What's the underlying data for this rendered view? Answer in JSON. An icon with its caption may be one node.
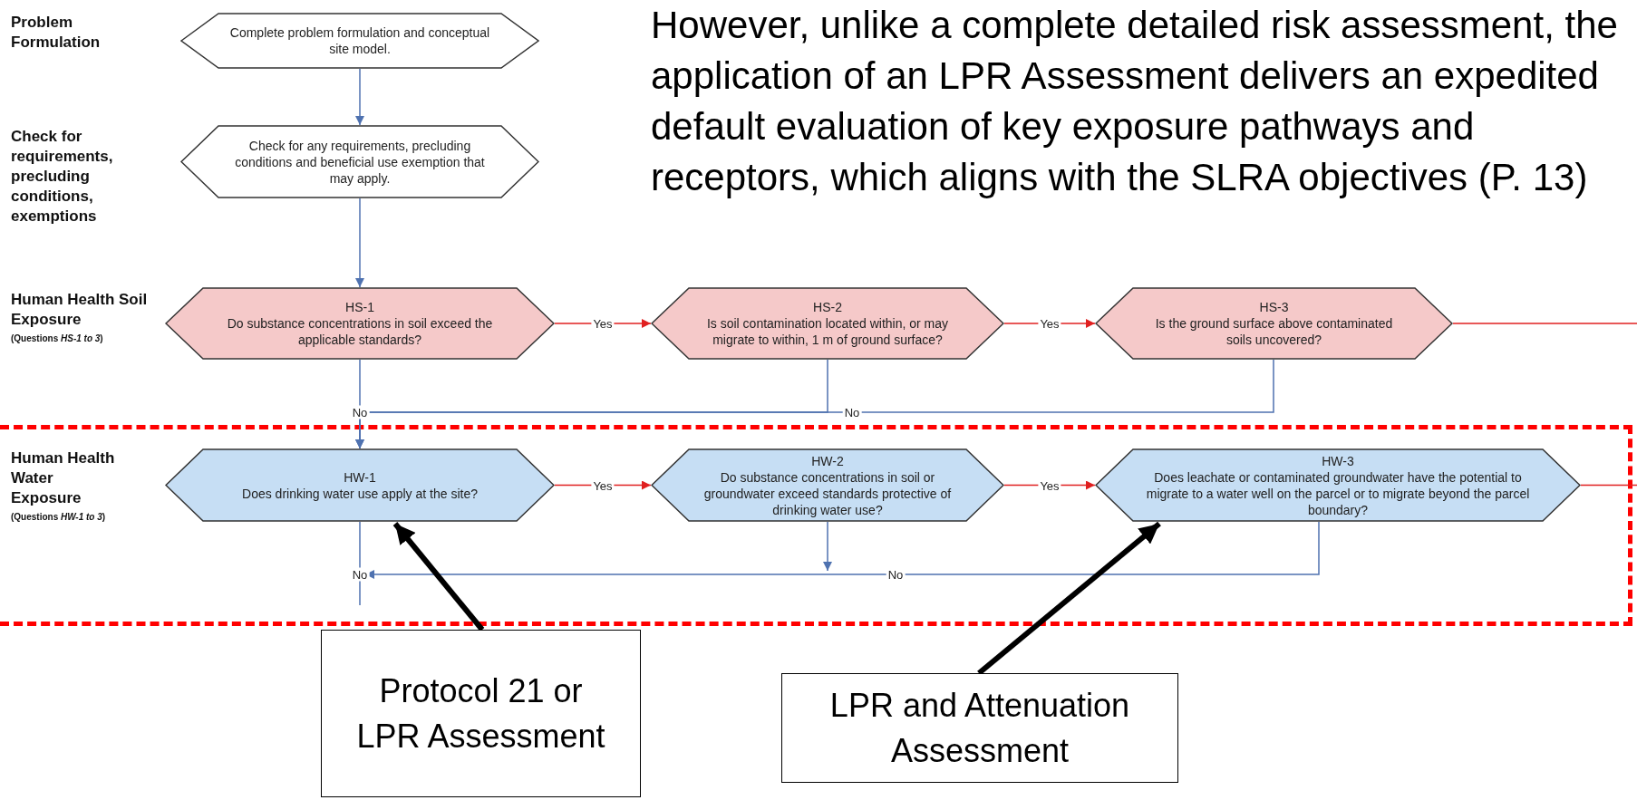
{
  "diagram": {
    "nodes": [
      {
        "text": [
          "Complete problem formulation and conceptual site model."
        ]
      },
      {
        "text": [
          "Check for any requirements, precluding conditions and beneficial use exemption that may apply."
        ]
      },
      {
        "text": [
          "HS-1",
          "Do substance concentrations in soil exceed the applicable standards?"
        ]
      },
      {
        "text": [
          "HS-2",
          "Is soil contamination located within, or may migrate to within, 1 m of ground surface?"
        ]
      },
      {
        "text": [
          "HS-3",
          "Is the ground surface above contaminated soils uncovered?"
        ]
      },
      {
        "text": [
          "HW-1",
          "Does drinking water use apply at the site?"
        ]
      },
      {
        "text": [
          "HW-2",
          "Do substance concentrations in soil or groundwater exceed standards protective of drinking water use?"
        ]
      },
      {
        "text": [
          "HW-3",
          "Does leachate or contaminated groundwater have the potential to migrate to a water well on the parcel or to migrate beyond the parcel boundary?"
        ]
      },
      {
        "text": [
          "Protocol 21 or LPR Assessment"
        ]
      },
      {
        "text": [
          "LPR and Attenuation Assessment"
        ]
      }
    ],
    "edges": [
      {
        "from": 0,
        "to": 1,
        "arrow": "to"
      },
      {
        "from": 1,
        "to": 2,
        "arrow": "to"
      },
      {
        "from": 2,
        "to": 3,
        "arrow": "to",
        "label": "Yes",
        "color": "#e02020"
      },
      {
        "from": 3,
        "to": 4,
        "arrow": "to",
        "label": "Yes",
        "color": "#e02020"
      },
      {
        "from": 4,
        "to": null,
        "arrow": "none",
        "color": "#e02020"
      },
      {
        "from": 2,
        "to": 5,
        "arrow": "to",
        "label": "No"
      },
      {
        "from": 3,
        "to": 5,
        "arrow": "to"
      },
      {
        "from": 4,
        "to": 5,
        "arrow": "to",
        "label": "No"
      },
      {
        "from": 5,
        "to": 6,
        "arrow": "to",
        "label": "Yes",
        "color": "#e02020"
      },
      {
        "from": 6,
        "to": 7,
        "arrow": "to",
        "label": "Yes",
        "color": "#e02020"
      },
      {
        "from": 7,
        "to": null,
        "arrow": "none",
        "color": "#e02020"
      },
      {
        "from": 5,
        "to": null,
        "arrow": "none",
        "label": "No"
      },
      {
        "from": 6,
        "to": null,
        "arrow": "to"
      },
      {
        "from": 7,
        "to": null,
        "arrow": "to",
        "label": "No"
      },
      {
        "from": 8,
        "to": 5,
        "arrow": "to",
        "style": "thick",
        "color": "#000000"
      },
      {
        "from": 9,
        "to": 7,
        "arrow": "to",
        "style": "thick",
        "color": "#000000"
      }
    ],
    "labels": [
      "However, unlike a complete detailed risk assessment, the application of an LPR Assessment delivers an expedited default evaluation of key exposure pathways and receptors, which aligns with the SLRA objectives (P. 13)",
      "Problem Formulation",
      "Check for requirements, precluding conditions, exemptions",
      "Human Health Soil Exposure",
      "(Questions *HS-1 to 3*)",
      "Human Health Water Exposure",
      "(Questions *HW-1 to 3*)"
    ]
  }
}
